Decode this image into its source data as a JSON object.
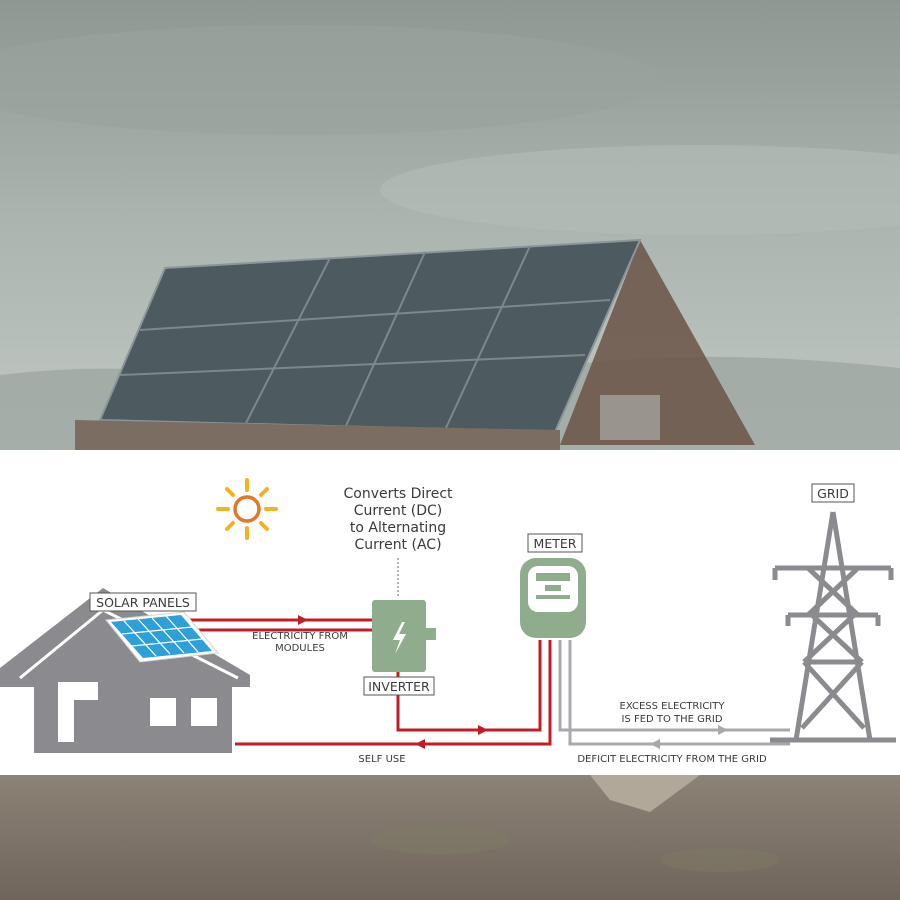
{
  "colors": {
    "house": "#8b8a8e",
    "meter": "#8fad8c",
    "inverter": "#8fad8c",
    "wire_red": "#c41c24",
    "wire_grey": "#a9a9ad",
    "sun": "#f2b31e",
    "sun_core": "#e0772a",
    "panel_blue": "#2d9fd9"
  },
  "diagram": {
    "inverter_note": {
      "line1": "Converts Direct",
      "line2": "Current (DC)",
      "line3": "to Alternating",
      "line4": "Current (AC)"
    },
    "solar_panels_label": "SOLAR PANELS",
    "inverter_label": "INVERTER",
    "meter_label": "METER",
    "grid_label": "GRID",
    "flow_modules": {
      "line1": "ELECTRICITY FROM",
      "line2": "MODULES"
    },
    "flow_self_use": "SELF USE",
    "flow_excess": {
      "line1": "EXCESS ELECTRICITY",
      "line2": "IS FED TO THE GRID"
    },
    "flow_deficit": "DEFICIT ELECTRICITY FROM THE GRID"
  },
  "icons": {
    "sun": "sun-icon",
    "inverter": "lightning-bolt-icon",
    "house": "house-icon",
    "meter": "electric-meter-icon",
    "grid": "transmission-tower-icon"
  }
}
